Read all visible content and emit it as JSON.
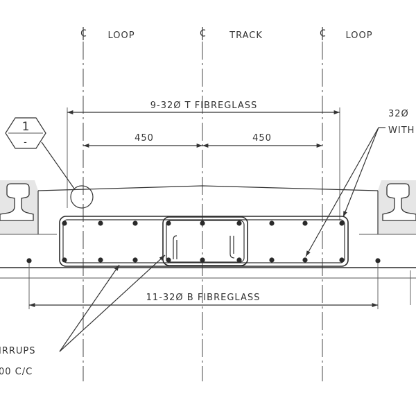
{
  "labels": {
    "loop_left": "LOOP",
    "track": "TRACK",
    "loop_right": "LOOP"
  },
  "dimensions": {
    "top_bars": "9-32Ø T FIBREGLASS",
    "spacing_left": "450",
    "spacing_right": "450",
    "bottom_bars": "11-32Ø B FIBREGLASS"
  },
  "callouts": {
    "detail_number": "1",
    "detail_sheet": "-",
    "bar_note_line1": "32Ø",
    "bar_note_line2": "WITH",
    "stirrup_note_line1": "IRRUPS",
    "stirrup_note_line2": "00 C/C"
  },
  "icons": {
    "centerline": "centerline-icon",
    "detail_marker": "hexagon-detail-icon",
    "rail": "rail-profile-icon"
  }
}
